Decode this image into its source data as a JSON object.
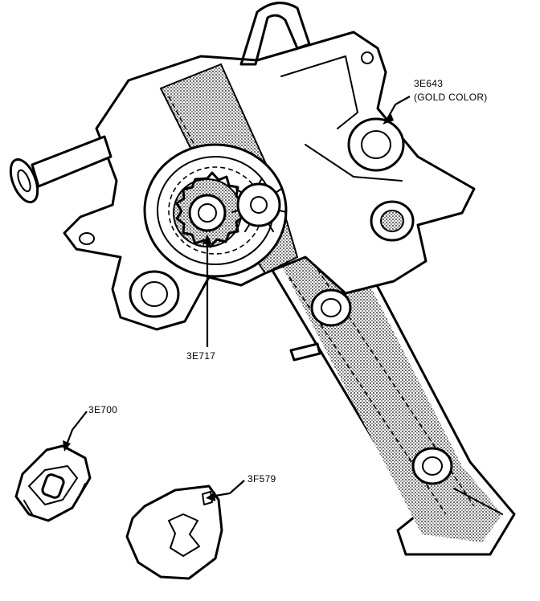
{
  "diagram": {
    "callouts": [
      {
        "id": "3E643",
        "text_line1": "3E643",
        "text_line2": "(GOLD COLOR)"
      },
      {
        "id": "3E717",
        "text_line1": "3E717"
      },
      {
        "id": "3E700",
        "text_line1": "3E700"
      },
      {
        "id": "3F579",
        "text_line1": "3F579"
      }
    ]
  }
}
